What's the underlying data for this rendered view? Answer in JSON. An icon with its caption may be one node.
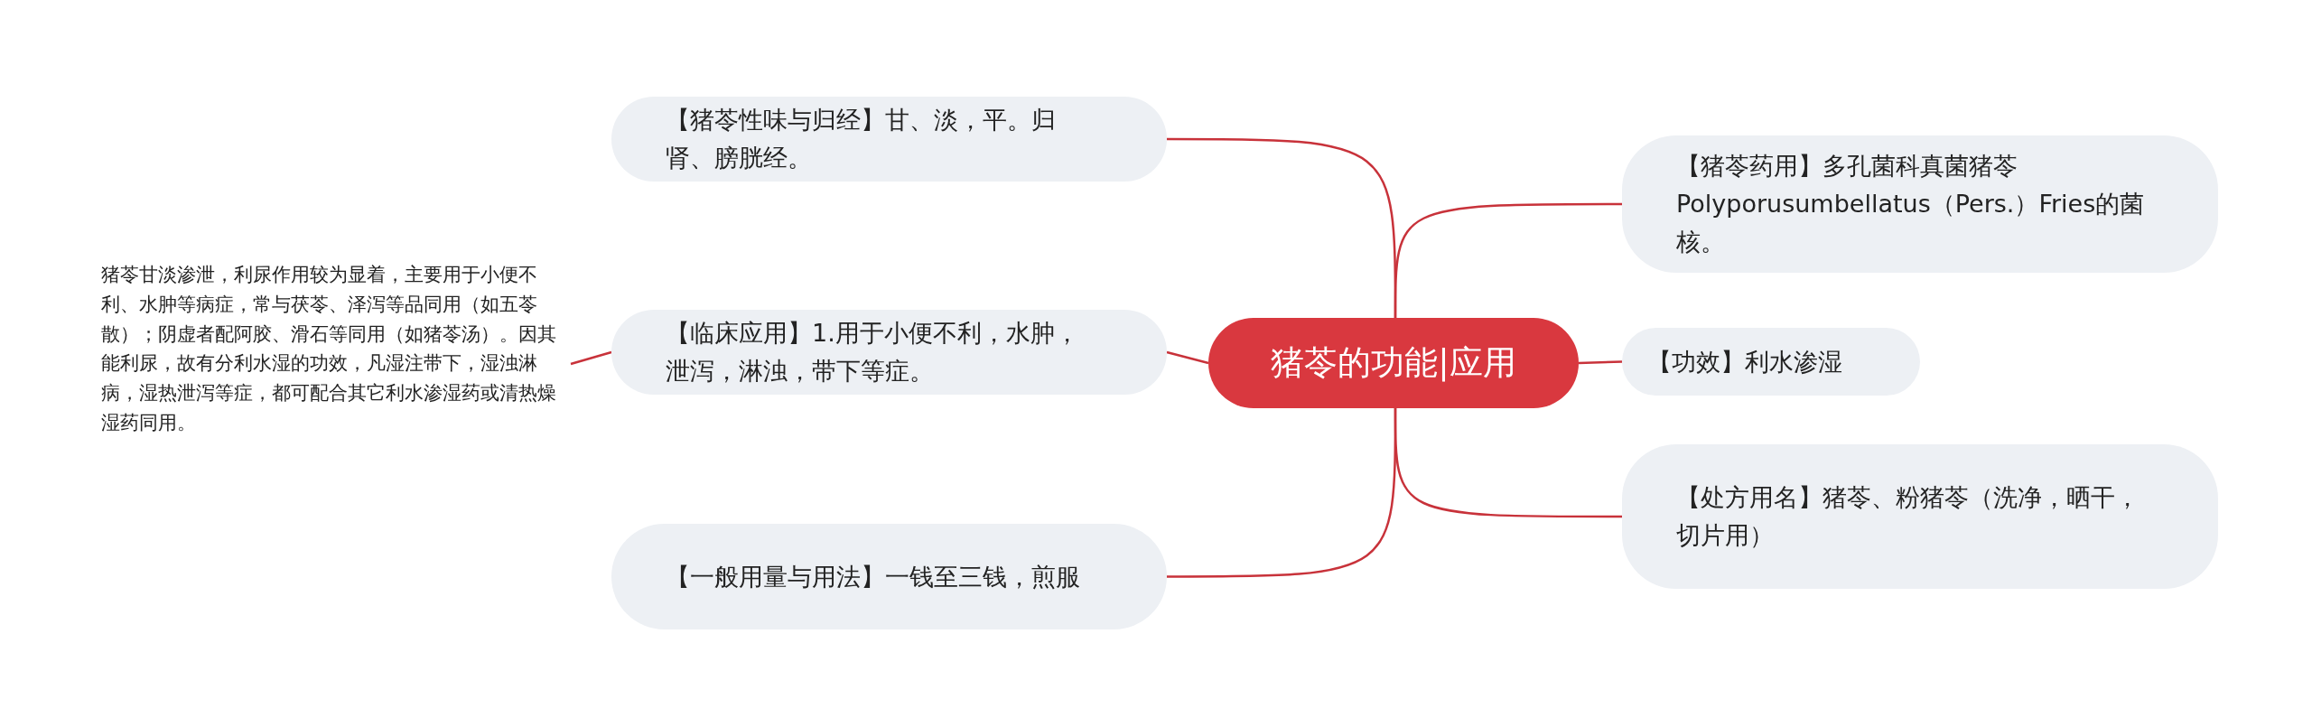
{
  "diagram": {
    "nodes": [
      {
        "text": [
          "猪苓的功能|应用"
        ]
      },
      {
        "text": [
          "【猪苓性味与归经】甘、淡，平。归肾、膀胱经。"
        ]
      },
      {
        "text": [
          "【临床应用】1.用于小便不利，水肿，泄泻，淋浊，带下等症。"
        ]
      },
      {
        "text": [
          "猪苓甘淡渗泄，利尿作用较为显着，主要用于小便不利、水肿等病症，常与茯苓、泽泻等品同用（如五苓散）；阴虚者配阿胶、滑石等同用（如猪苓汤）。因其能利尿，故有分利水湿的功效，凡湿注带下，湿浊淋病，湿热泄泻等症，都可配合其它利水渗湿药或清热燥湿药同用。"
        ]
      },
      {
        "text": [
          "【一般用量与用法】一钱至三钱，煎服"
        ]
      },
      {
        "text": [
          "【猪苓药用】多孔菌科真菌猪苓Polyporusumbellatus（Pers.）Fries的菌核。"
        ]
      },
      {
        "text": [
          "【功效】利水渗湿"
        ]
      },
      {
        "text": [
          "【处方用名】猪苓、粉猪苓（洗净，晒干，切片用）"
        ]
      }
    ],
    "edges": [
      {
        "from": 0,
        "to": 1,
        "arrow": "none"
      },
      {
        "from": 0,
        "to": 2,
        "arrow": "none"
      },
      {
        "from": 2,
        "to": 3,
        "arrow": "none"
      },
      {
        "from": 0,
        "to": 4,
        "arrow": "none"
      },
      {
        "from": 0,
        "to": 5,
        "arrow": "none"
      },
      {
        "from": 0,
        "to": 6,
        "arrow": "none"
      },
      {
        "from": 0,
        "to": 7,
        "arrow": "none"
      }
    ]
  }
}
